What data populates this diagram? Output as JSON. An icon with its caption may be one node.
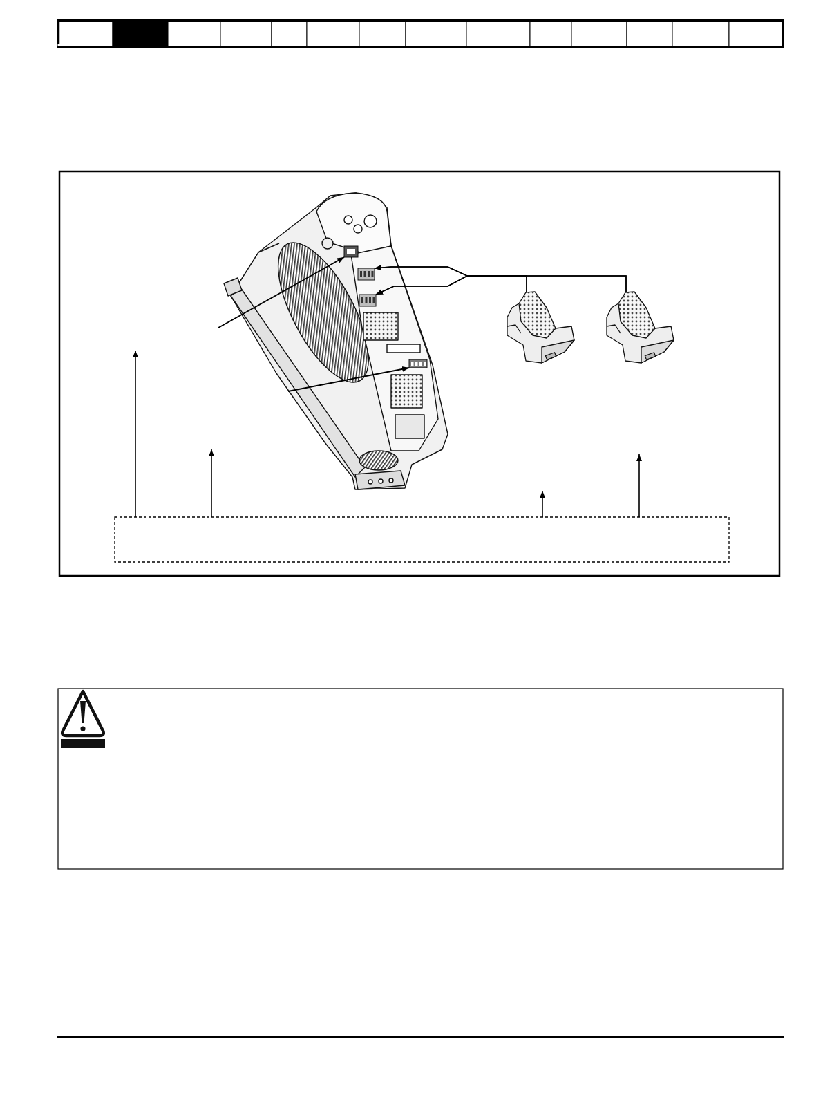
{
  "diagram": {
    "nodes": [
      {
        "text": [],
        "shape": "picture"
      },
      {
        "text": [],
        "shape": "box",
        "in": 0
      },
      {
        "text": [],
        "shape": "box",
        "in": 0
      },
      {
        "text": [],
        "shape": "box",
        "in": 0
      },
      {
        "text": [],
        "shape": "box",
        "in": 0
      },
      {
        "text": [],
        "shape": "picture"
      },
      {
        "text": [],
        "shape": "picture"
      },
      {
        "text": [],
        "shape": "box"
      }
    ],
    "edges": [
      {
        "from": null,
        "to": 1,
        "arrow": "to"
      },
      {
        "from": null,
        "to": 4,
        "arrow": "to"
      },
      {
        "from": 5,
        "to": 2,
        "arrow": "to"
      },
      {
        "from": 5,
        "to": 3,
        "arrow": "to"
      },
      {
        "from": 6,
        "to": 2,
        "arrow": "to"
      },
      {
        "from": 6,
        "to": 3,
        "arrow": "to"
      },
      {
        "from": 7,
        "to": null,
        "arrow": "to"
      },
      {
        "from": 7,
        "to": null,
        "arrow": "to"
      },
      {
        "from": 7,
        "to": null,
        "arrow": "to"
      },
      {
        "from": 7,
        "to": null,
        "arrow": "to"
      }
    ]
  }
}
